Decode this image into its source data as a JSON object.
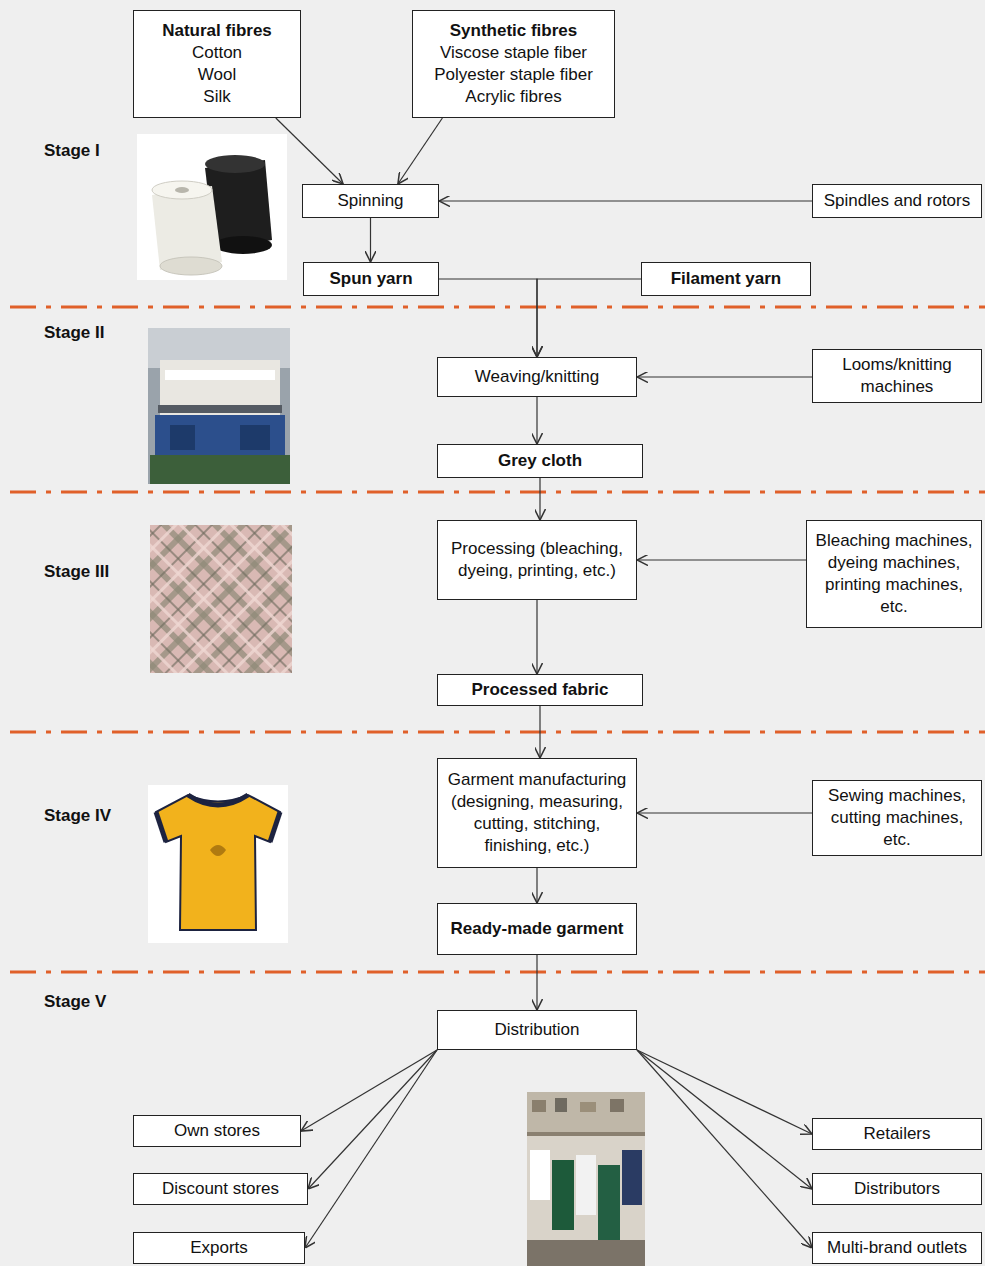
{
  "diagram": {
    "nodes": [
      {
        "text": [
          "Natural fibres",
          "Cotton",
          "Wool",
          "Silk"
        ]
      },
      {
        "text": [
          "Synthetic fibres",
          "Viscose staple fiber",
          "Polyester staple fiber",
          "Acrylic fibres"
        ]
      },
      {
        "text": [
          "Spinning"
        ]
      },
      {
        "text": [
          "Spindles and rotors"
        ]
      },
      {
        "text": [
          "Spun yarn"
        ]
      },
      {
        "text": [
          "Filament yarn"
        ]
      },
      {
        "text": [
          "Weaving/knitting"
        ]
      },
      {
        "text": [
          "Looms/knitting machines"
        ]
      },
      {
        "text": [
          "Grey cloth"
        ]
      },
      {
        "text": [
          "Processing (bleaching, dyeing, printing, etc.)"
        ]
      },
      {
        "text": [
          "Bleaching machines, dyeing machines, printing machines, etc."
        ]
      },
      {
        "text": [
          "Processed fabric"
        ]
      },
      {
        "text": [
          "Garment manufacturing (designing, measuring, cutting, stitching, finishing, etc.)"
        ]
      },
      {
        "text": [
          "Sewing machines, cutting machines, etc."
        ]
      },
      {
        "text": [
          "Ready-made garment"
        ]
      },
      {
        "text": [
          "Distribution"
        ]
      },
      {
        "text": [
          "Own stores"
        ]
      },
      {
        "text": [
          "Discount stores"
        ]
      },
      {
        "text": [
          "Exports"
        ]
      },
      {
        "text": [
          "Retailers"
        ]
      },
      {
        "text": [
          "Distributors"
        ]
      },
      {
        "text": [
          "Multi-brand outlets"
        ]
      }
    ],
    "edges": [
      {
        "from": 0,
        "to": 2,
        "arrow": "to"
      },
      {
        "from": 1,
        "to": 2,
        "arrow": "to"
      },
      {
        "from": 3,
        "to": 2,
        "arrow": "to"
      },
      {
        "from": 2,
        "to": 4,
        "arrow": "to"
      },
      {
        "from": 4,
        "to": 6,
        "arrow": "to"
      },
      {
        "from": 5,
        "to": 6,
        "arrow": "to"
      },
      {
        "from": 7,
        "to": 6,
        "arrow": "to"
      },
      {
        "from": 6,
        "to": 8,
        "arrow": "to"
      },
      {
        "from": 8,
        "to": 9,
        "arrow": "to"
      },
      {
        "from": 10,
        "to": 9,
        "arrow": "to"
      },
      {
        "from": 9,
        "to": 11,
        "arrow": "to"
      },
      {
        "from": 11,
        "to": 12,
        "arrow": "to"
      },
      {
        "from": 13,
        "to": 12,
        "arrow": "to"
      },
      {
        "from": 12,
        "to": 14,
        "arrow": "to"
      },
      {
        "from": 14,
        "to": 15,
        "arrow": "to"
      },
      {
        "from": 15,
        "to": 16,
        "arrow": "to"
      },
      {
        "from": 15,
        "to": 17,
        "arrow": "to"
      },
      {
        "from": 15,
        "to": 18,
        "arrow": "to"
      },
      {
        "from": 15,
        "to": 19,
        "arrow": "to"
      },
      {
        "from": 15,
        "to": 20,
        "arrow": "to"
      },
      {
        "from": 15,
        "to": 21,
        "arrow": "to"
      }
    ],
    "labels": [
      "Stage I",
      "Stage II",
      "Stage III",
      "Stage IV",
      "Stage V"
    ]
  }
}
